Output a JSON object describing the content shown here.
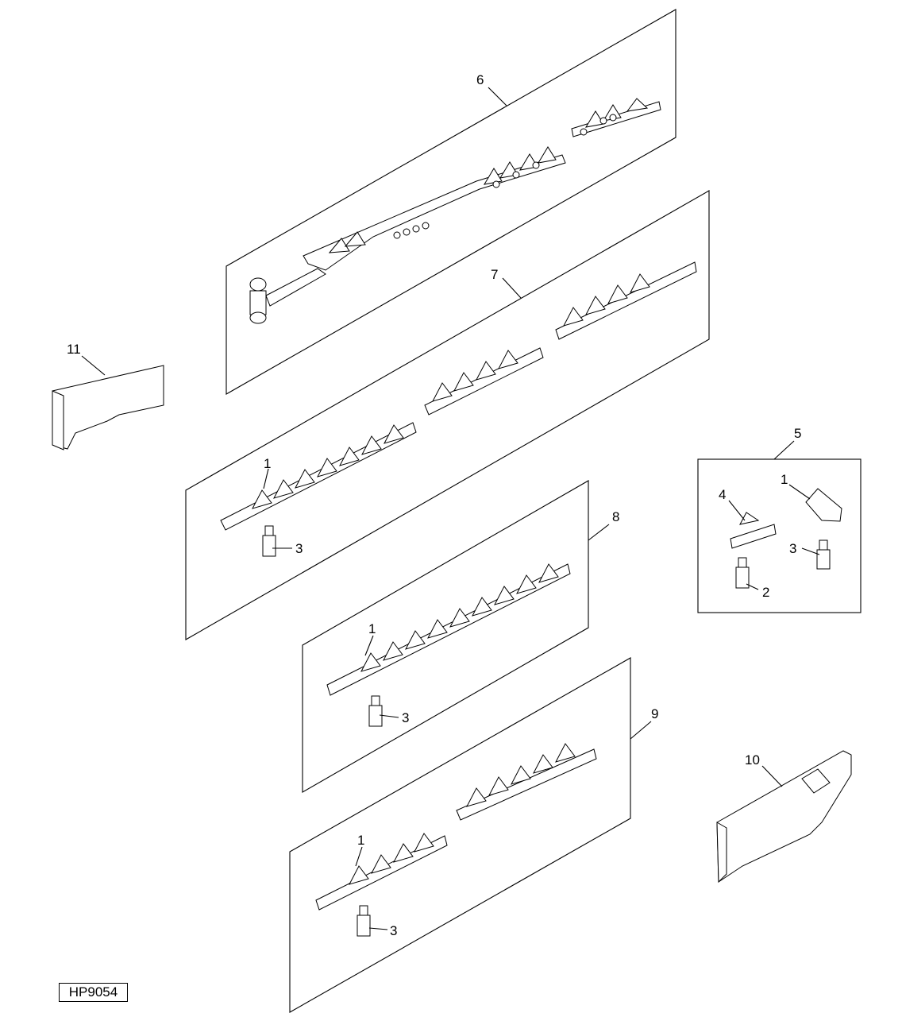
{
  "figure_id": "HP9054",
  "callouts": {
    "c1a": "1",
    "c1b": "1",
    "c1c": "1",
    "c1d": "1",
    "c2": "2",
    "c3a": "3",
    "c3b": "3",
    "c3c": "3",
    "c3d": "3",
    "c4": "4",
    "c5": "5",
    "c6": "6",
    "c7": "7",
    "c8": "8",
    "c9": "9",
    "c10": "10",
    "c11": "11"
  }
}
